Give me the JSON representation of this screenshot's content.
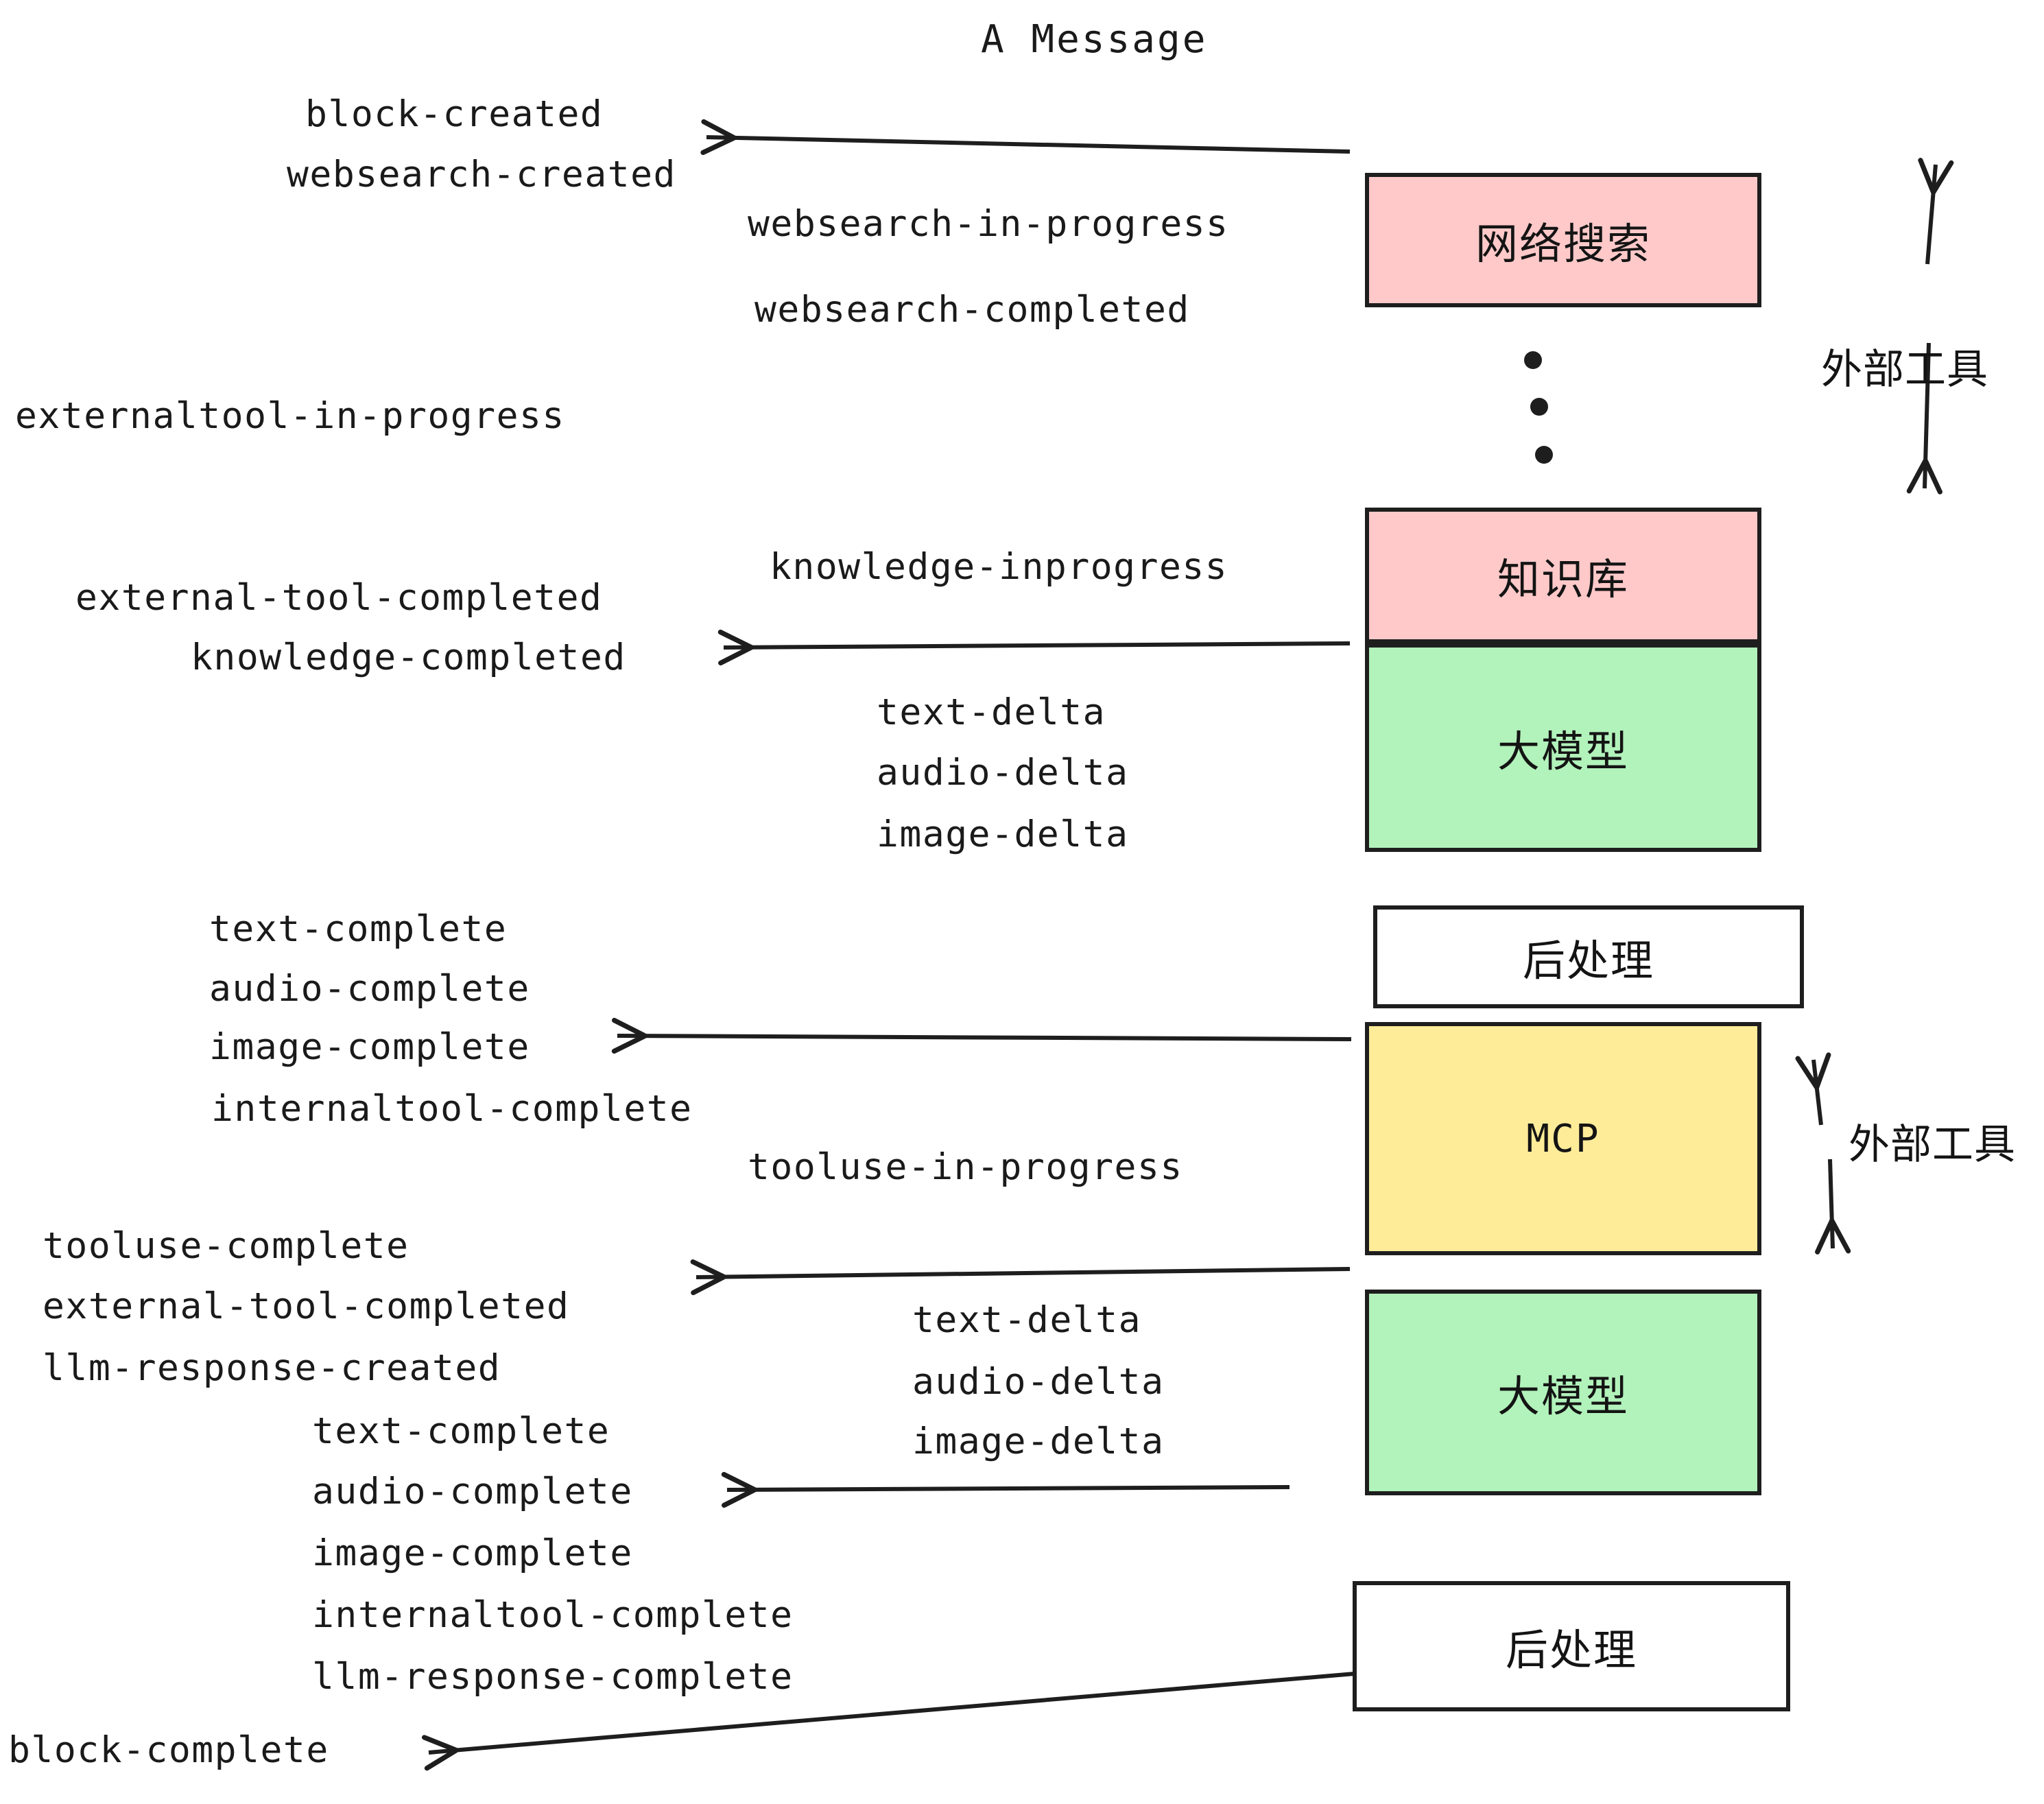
{
  "title": "A Message",
  "colors": {
    "pink": "#ffc9c9",
    "green": "#b2f2bb",
    "yellow": "#ffec99",
    "white": "#ffffff",
    "stroke": "#1e1e1e"
  },
  "nodes": [
    {
      "id": "websearch",
      "label": "网络搜索",
      "fill": "pink"
    },
    {
      "id": "knowledge",
      "label": "知识库",
      "fill": "pink"
    },
    {
      "id": "llm1",
      "label": "大模型",
      "fill": "green"
    },
    {
      "id": "postprocess1",
      "label": "后处理",
      "fill": "white"
    },
    {
      "id": "mcp",
      "label": "MCP",
      "fill": "yellow"
    },
    {
      "id": "llm2",
      "label": "大模型",
      "fill": "green"
    },
    {
      "id": "postprocess2",
      "label": "后处理",
      "fill": "white"
    }
  ],
  "side_labels": [
    {
      "id": "external-tools-top",
      "label": "外部工具"
    },
    {
      "id": "external-tools-bottom",
      "label": "外部工具"
    }
  ],
  "events": {
    "block_created": "block-created",
    "websearch_created": "websearch-created",
    "websearch_in_progress": "websearch-in-progress",
    "websearch_completed": "websearch-completed",
    "externaltool_in_progress": "externaltool-in-progress",
    "knowledge_inprogress": "knowledge-inprogress",
    "external_tool_completed_1": "external-tool-completed",
    "knowledge_completed": "knowledge-completed",
    "text_delta_1": "text-delta",
    "audio_delta_1": "audio-delta",
    "image_delta_1": "image-delta",
    "text_complete_1": "text-complete",
    "audio_complete_1": "audio-complete",
    "image_complete_1": "image-complete",
    "internaltool_complete_1": "internaltool-complete",
    "tooluse_in_progress": "tooluse-in-progress",
    "tooluse_complete": "tooluse-complete",
    "external_tool_completed_2": "external-tool-completed",
    "llm_response_created": "llm-response-created",
    "text_delta_2": "text-delta",
    "audio_delta_2": "audio-delta",
    "image_delta_2": "image-delta",
    "text_complete_2": "text-complete",
    "audio_complete_2": "audio-complete",
    "image_complete_2": "image-complete",
    "internaltool_complete_2": "internaltool-complete",
    "llm_response_complete": "llm-response-complete",
    "block_complete": "block-complete"
  }
}
